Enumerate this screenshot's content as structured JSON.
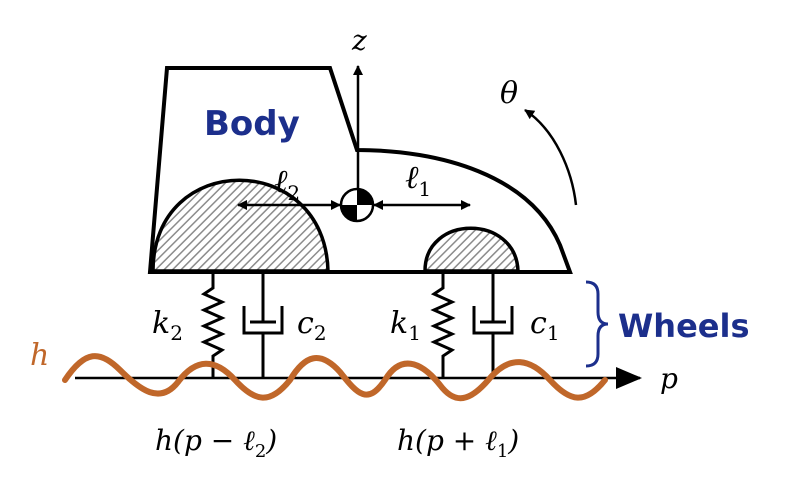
{
  "colors": {
    "outline": "#000000",
    "label_blue": "#1c2f8c",
    "road": "#c0672a",
    "hatch": "#9a9a9a"
  },
  "labels": {
    "body": "Body",
    "wheels": "Wheels",
    "z": "z",
    "theta": "θ",
    "h": "h",
    "p": "p",
    "ell2": "ℓ",
    "ell2_sub": "2",
    "ell1": "ℓ",
    "ell1_sub": "1",
    "k2": "k",
    "k2_sub": "2",
    "c2": "c",
    "c2_sub": "2",
    "k1": "k",
    "k1_sub": "1",
    "c1": "c",
    "c1_sub": "1",
    "road_rear": "h(p − ℓ",
    "road_rear_sub": "2",
    "road_rear_close": ")",
    "road_front": "h(p + ℓ",
    "road_front_sub": "1",
    "road_front_close": ")"
  }
}
